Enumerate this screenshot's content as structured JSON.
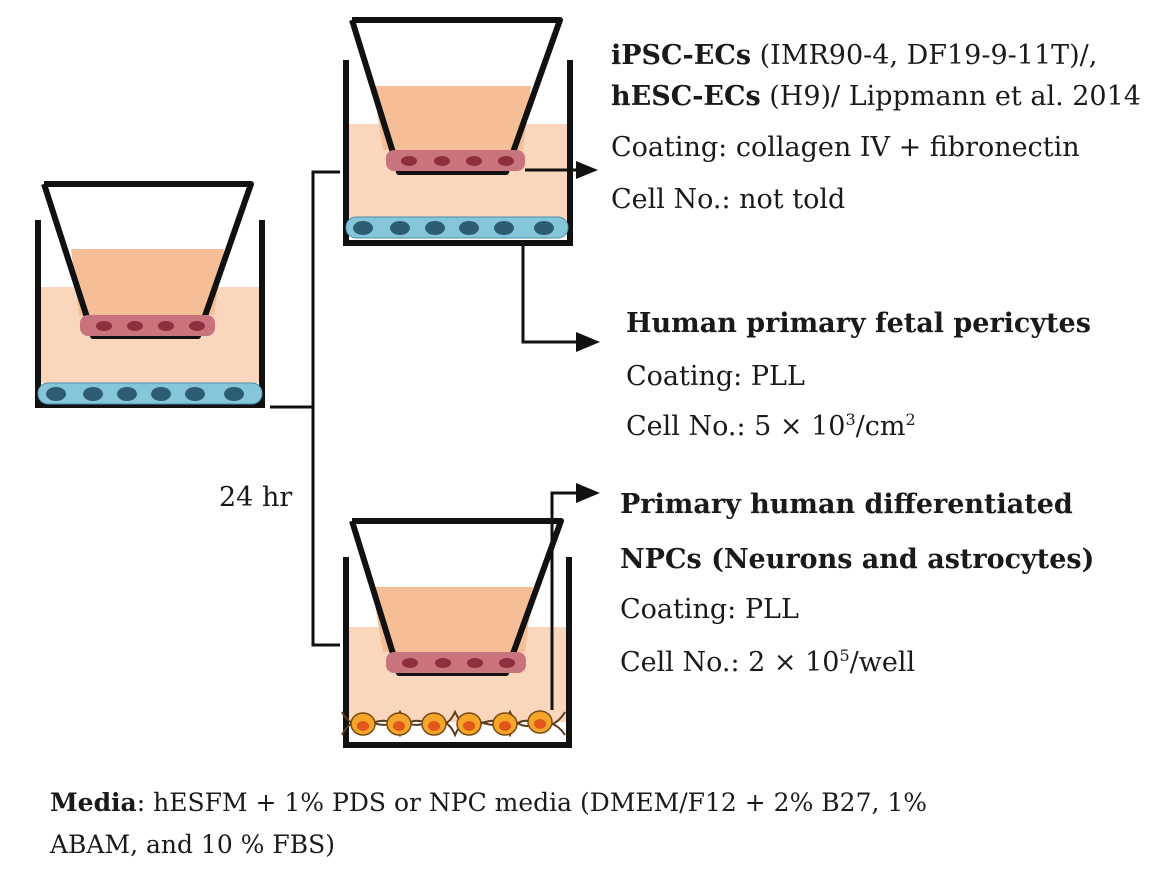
{
  "time_label": "24 hr",
  "top_block": {
    "line1_bold": "iPSC-ECs",
    "line1_rest": " (IMR90-4, DF19-9-11T)/,",
    "line2_bold": "hESC-ECs",
    "line2_rest": " (H9)/ Lippmann et al. 2014",
    "coating": "Coating: collagen IV + fibronectin",
    "cell_no": "Cell No.: not told"
  },
  "pericytes_block": {
    "title": "Human primary fetal pericytes",
    "coating": "Coating: PLL",
    "cell_no_prefix": "Cell No.: 5 × 10",
    "cell_no_exp": "3",
    "cell_no_suffix": "/cm",
    "cell_no_unit_exp": "2"
  },
  "npc_block": {
    "title_line1": "Primary human differentiated",
    "title_line2": "NPCs (Neurons and astrocytes)",
    "coating": "Coating: PLL",
    "cell_no_prefix": "Cell No.: 2 × 10",
    "cell_no_exp": "5",
    "cell_no_suffix": "/well"
  },
  "media": {
    "label": "Media",
    "line1_rest": ": hESFM + 1% PDS or NPC media (DMEM/F12 + 2% B27, 1%",
    "line2": "ABAM, and 10 % FBS)"
  },
  "colors": {
    "medium_light": "#fad6bd",
    "medium_insert": "#f6be96",
    "endothelial_layer": "#c9737c",
    "endothelial_nucleus": "#8e2f3d",
    "pericyte_cell": "#86c6db",
    "pericyte_nucleus": "#2c5d73",
    "npc_cell": "#f4a52a",
    "npc_nucleus": "#e0561b",
    "outline": "#111111"
  }
}
